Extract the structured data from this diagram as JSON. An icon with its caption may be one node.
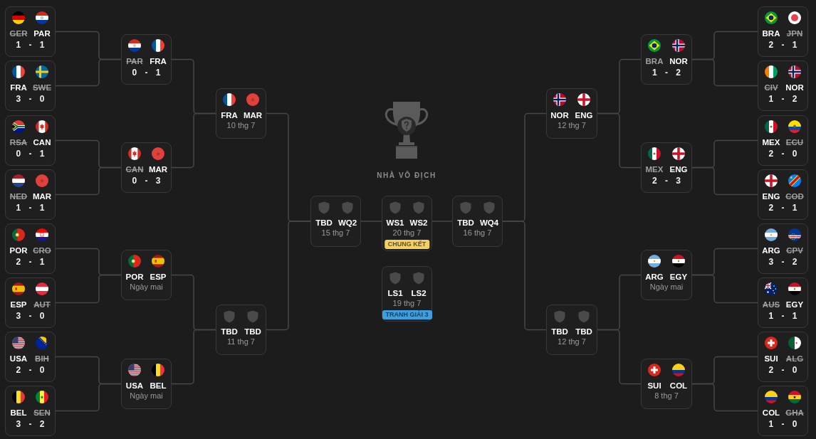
{
  "diagram": {
    "nodes": [
      {
        "text": [
          "GER",
          "PAR",
          "1 - 1"
        ]
      },
      {
        "text": [
          "FRA",
          "SWE",
          "3 - 0"
        ]
      },
      {
        "text": [
          "RSA",
          "CAN",
          "0 - 1"
        ]
      },
      {
        "text": [
          "NED",
          "MAR",
          "1 - 1"
        ]
      },
      {
        "text": [
          "POR",
          "CRO",
          "2 - 1"
        ]
      },
      {
        "text": [
          "ESP",
          "AUT",
          "3 - 0"
        ]
      },
      {
        "text": [
          "USA",
          "BIH",
          "2 - 0"
        ]
      },
      {
        "text": [
          "BEL",
          "SEN",
          "3 - 2"
        ]
      },
      {
        "text": [
          "PAR",
          "FRA",
          "0 - 1"
        ]
      },
      {
        "text": [
          "CAN",
          "MAR",
          "0 - 3"
        ]
      },
      {
        "text": [
          "POR",
          "ESP",
          "Ngày mai"
        ]
      },
      {
        "text": [
          "USA",
          "BEL",
          "Ngày mai"
        ]
      },
      {
        "text": [
          "FRA",
          "MAR",
          "10 thg 7"
        ]
      },
      {
        "text": [
          "TBD",
          "TBD",
          "11 thg 7"
        ]
      },
      {
        "text": [
          "TBD",
          "WQ2",
          "15 thg 7"
        ]
      },
      {
        "text": [
          "WS1",
          "WS2",
          "20 thg 7",
          "CHUNG KẾT"
        ]
      },
      {
        "text": [
          "TBD",
          "WQ4",
          "16 thg 7"
        ]
      },
      {
        "text": [
          "LS1",
          "LS2",
          "19 thg 7",
          "TRANH GIẢI 3"
        ]
      },
      {
        "text": [
          "NOR",
          "ENG",
          "12 thg 7"
        ]
      },
      {
        "text": [
          "TBD",
          "TBD",
          "12 thg 7"
        ]
      },
      {
        "text": [
          "BRA",
          "NOR",
          "1 - 2"
        ]
      },
      {
        "text": [
          "MEX",
          "ENG",
          "2 - 3"
        ]
      },
      {
        "text": [
          "ARG",
          "EGY",
          "Ngày mai"
        ]
      },
      {
        "text": [
          "SUI",
          "COL",
          "8 thg 7"
        ]
      },
      {
        "text": [
          "BRA",
          "JPN",
          "2 - 1"
        ]
      },
      {
        "text": [
          "CIV",
          "NOR",
          "1 - 2"
        ]
      },
      {
        "text": [
          "MEX",
          "ECU",
          "2 - 0"
        ]
      },
      {
        "text": [
          "ENG",
          "COD",
          "2 - 1"
        ]
      },
      {
        "text": [
          "ARG",
          "CPV",
          "3 - 2"
        ]
      },
      {
        "text": [
          "AUS",
          "EGY",
          "1 - 1"
        ]
      },
      {
        "text": [
          "SUI",
          "ALG",
          "2 - 0"
        ]
      },
      {
        "text": [
          "COL",
          "GHA",
          "1 - 0"
        ]
      }
    ],
    "edges": [
      {
        "from": 0,
        "to": 8,
        "arrow": "none"
      },
      {
        "from": 1,
        "to": 8,
        "arrow": "none"
      },
      {
        "from": 2,
        "to": 9,
        "arrow": "none"
      },
      {
        "from": 3,
        "to": 9,
        "arrow": "none"
      },
      {
        "from": 4,
        "to": 10,
        "arrow": "none"
      },
      {
        "from": 5,
        "to": 10,
        "arrow": "none"
      },
      {
        "from": 6,
        "to": 11,
        "arrow": "none"
      },
      {
        "from": 7,
        "to": 11,
        "arrow": "none"
      },
      {
        "from": 8,
        "to": 12,
        "arrow": "none"
      },
      {
        "from": 9,
        "to": 12,
        "arrow": "none"
      },
      {
        "from": 10,
        "to": 13,
        "arrow": "none"
      },
      {
        "from": 11,
        "to": 13,
        "arrow": "none"
      },
      {
        "from": 12,
        "to": 14,
        "arrow": "none"
      },
      {
        "from": 13,
        "to": 14,
        "arrow": "none"
      },
      {
        "from": 14,
        "to": 15,
        "arrow": "none"
      },
      {
        "from": 16,
        "to": 15,
        "arrow": "none"
      },
      {
        "from": 18,
        "to": 16,
        "arrow": "none"
      },
      {
        "from": 19,
        "to": 16,
        "arrow": "none"
      },
      {
        "from": 20,
        "to": 18,
        "arrow": "none"
      },
      {
        "from": 21,
        "to": 18,
        "arrow": "none"
      },
      {
        "from": 22,
        "to": 19,
        "arrow": "none"
      },
      {
        "from": 23,
        "to": 19,
        "arrow": "none"
      },
      {
        "from": 24,
        "to": 20,
        "arrow": "none"
      },
      {
        "from": 25,
        "to": 20,
        "arrow": "none"
      },
      {
        "from": 26,
        "to": 21,
        "arrow": "none"
      },
      {
        "from": 27,
        "to": 21,
        "arrow": "none"
      },
      {
        "from": 28,
        "to": 22,
        "arrow": "none"
      },
      {
        "from": 29,
        "to": 22,
        "arrow": "none"
      },
      {
        "from": 30,
        "to": 23,
        "arrow": "none"
      },
      {
        "from": 31,
        "to": 23,
        "arrow": "none"
      }
    ],
    "labels": [
      "NHÀ VÔ ĐỊCH"
    ]
  }
}
